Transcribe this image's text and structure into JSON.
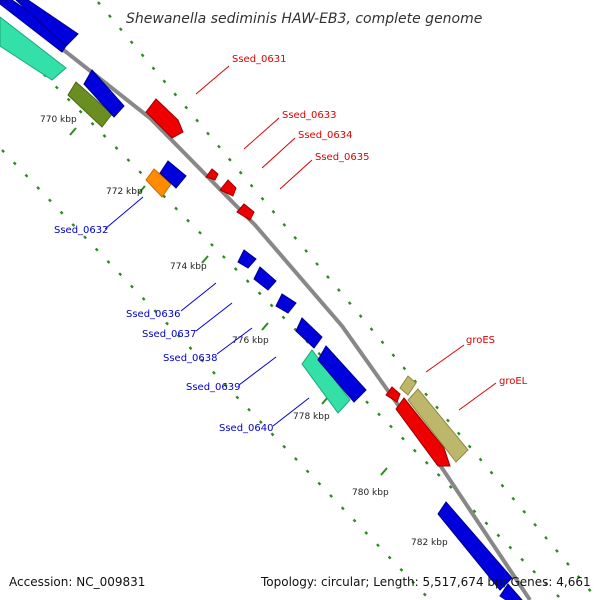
{
  "header": {
    "title": "Shewanella sediminis HAW-EB3, complete genome"
  },
  "footer": {
    "accession": "Accession: NC_009831",
    "topology": "Topology: circular; Length: 5,517,674 bp; Genes: 4,661"
  },
  "ticks": [
    {
      "label": "770 kbp"
    },
    {
      "label": "772 kbp"
    },
    {
      "label": "774 kbp"
    },
    {
      "label": "776 kbp"
    },
    {
      "label": "778 kbp"
    },
    {
      "label": "780 kbp"
    },
    {
      "label": "782 kbp"
    }
  ],
  "genes": [
    {
      "label": "Ssed_0631",
      "color": "#dd0000"
    },
    {
      "label": "Ssed_0633",
      "color": "#dd0000"
    },
    {
      "label": "Ssed_0634",
      "color": "#dd0000"
    },
    {
      "label": "Ssed_0635",
      "color": "#dd0000"
    },
    {
      "label": "groES",
      "color": "#dd0000"
    },
    {
      "label": "groEL",
      "color": "#dd0000"
    },
    {
      "label": "Ssed_0632",
      "color": "#0000cc"
    },
    {
      "label": "Ssed_0636",
      "color": "#0000cc"
    },
    {
      "label": "Ssed_0637",
      "color": "#0000cc"
    },
    {
      "label": "Ssed_0638",
      "color": "#0000cc"
    },
    {
      "label": "Ssed_0639",
      "color": "#0000cc"
    },
    {
      "label": "Ssed_0640",
      "color": "#0000cc"
    }
  ],
  "colors": {
    "forward_cds": "#ee0000",
    "reverse_cds": "#0000dd",
    "backbone": "#888888",
    "gc_skew_ticks": "#228b22",
    "cog_teal": "#33e0a8",
    "cog_olive": "#6b8e23",
    "cog_orange": "#ff8c00",
    "cog_khaki": "#bdb76b"
  }
}
